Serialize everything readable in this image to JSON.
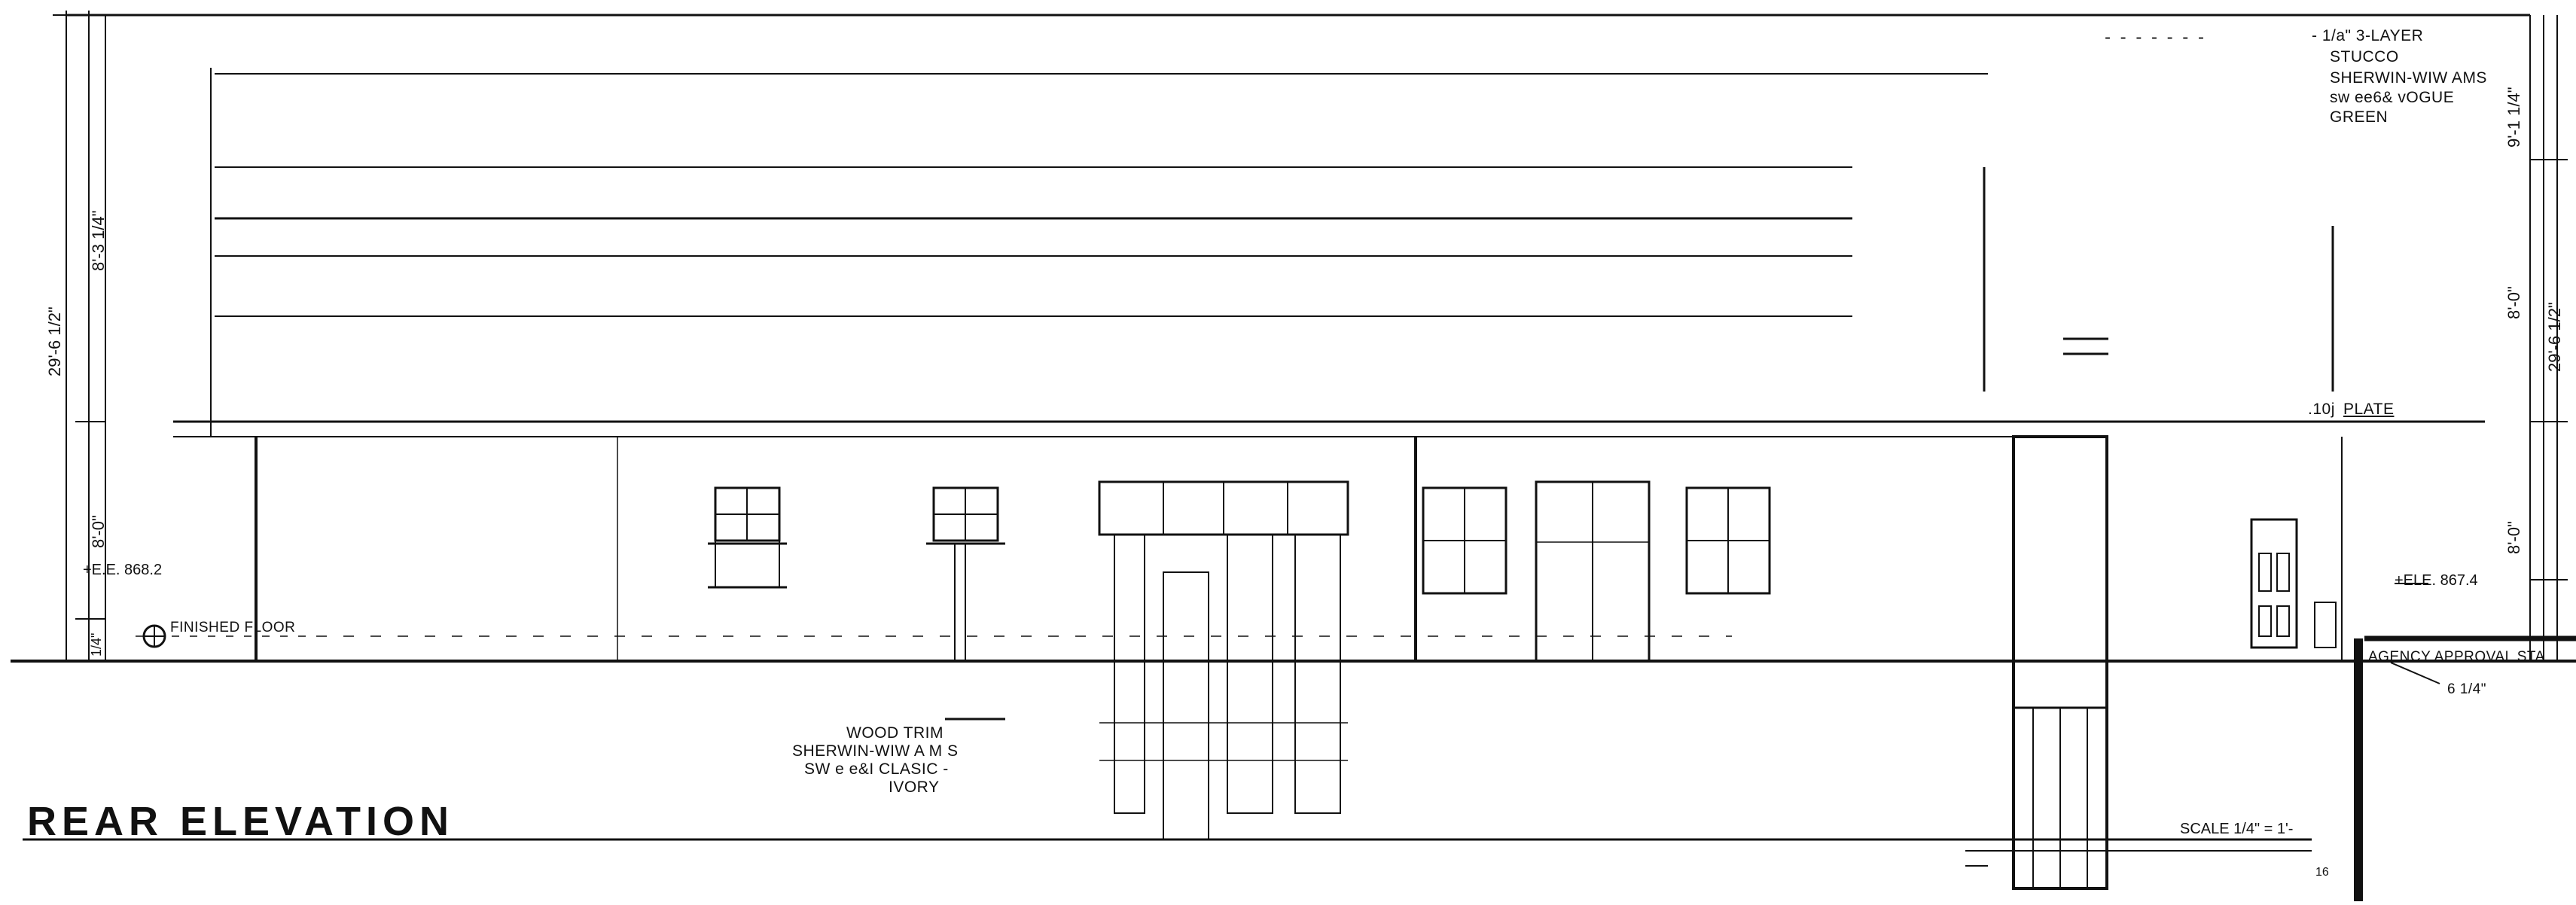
{
  "drawing": {
    "title": "REAR ELEVATION",
    "scale": "SCALE  1/4\" = 1'-",
    "sheet_number": "16",
    "plate_label": "PLATE",
    "plate_prefix": ".10j",
    "header_dash": "- - - - - - -"
  },
  "notes": {
    "stucco": [
      "- 1/a\" 3-LAYER",
      "STUCCO",
      "SHERWIN-WIW AMS",
      "sw ee6& vOGUE",
      "GREEN"
    ],
    "trim": [
      "WOOD TRIM",
      "SHERWIN-WIW A M S",
      "SW e e&I CLASIC -",
      "IVORY"
    ],
    "finished_floor": "FINISHED FLOOR",
    "agency": "AGENCY APPROVAL STA"
  },
  "elevations": {
    "left": "+E.E. 868.2",
    "right": "+ELE. 867.4"
  },
  "dimensions": {
    "left_upper": "8'-3 1/4\"",
    "left_total": "29'-6 1/2\"",
    "left_lower": "8'-0\"",
    "left_small": "1/4\"",
    "right_upper": "9'-1 1/4\"",
    "right_total": "29'-6 1/2\"",
    "right_mid": "8'-0\"",
    "right_lower": "8'-0\"",
    "right_small": "6 1/4\""
  },
  "colors": {
    "ink": "#111111",
    "paper": "#ffffff"
  }
}
